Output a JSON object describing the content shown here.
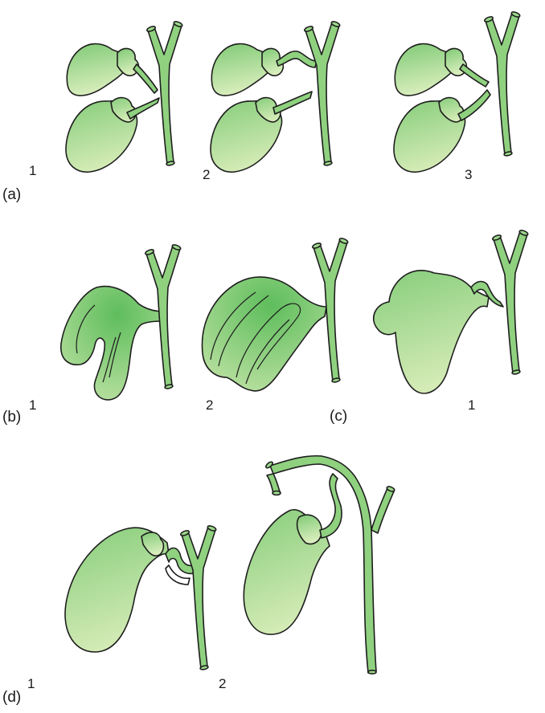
{
  "figure": {
    "panels": [
      {
        "label": "(a)",
        "variants": [
          "1",
          "2",
          "3"
        ]
      },
      {
        "label": "(b)",
        "variants": [
          "1",
          "2"
        ]
      },
      {
        "label": "(c)",
        "variants": [
          "1"
        ]
      },
      {
        "label": "(d)",
        "variants": [
          "1",
          "2"
        ]
      }
    ]
  },
  "colors": {
    "organ_fill_light": "#d4ebb6",
    "organ_fill_dark": "#7cc873",
    "outline": "#1e1e1e",
    "duct_fill": "#8fd17f"
  }
}
